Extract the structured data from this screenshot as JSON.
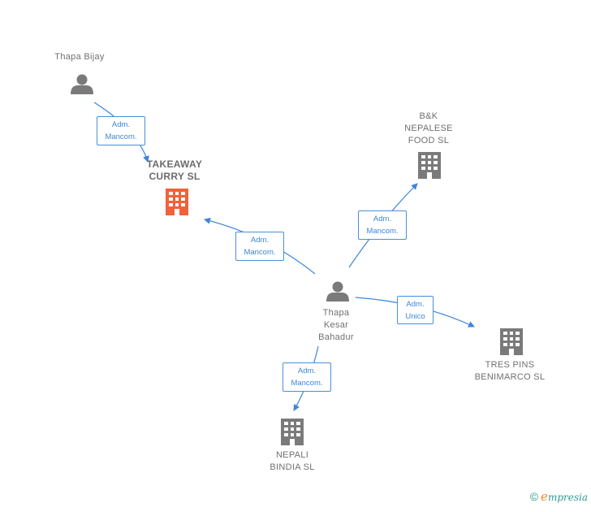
{
  "colors": {
    "edge": "#3d86d8",
    "person_icon": "#7a7a7a",
    "company_icon": "#7a7a7a",
    "primary_company_icon": "#f0623a",
    "label_text": "#707070"
  },
  "nodes": {
    "thapa_bijay": {
      "label": "Thapa Bijay",
      "kind": "person"
    },
    "takeaway_curry": {
      "label": "TAKEAWAY\nCURRY  SL",
      "kind": "company-primary"
    },
    "bk_nepalese": {
      "label": "B&K\nNEPALESE\nFOOD  SL",
      "kind": "company"
    },
    "thapa_kesar": {
      "label": "Thapa\nKesar\nBahadur",
      "kind": "person"
    },
    "tres_pins": {
      "label": "TRES PINS\nBENIMARCO SL",
      "kind": "company"
    },
    "nepali_bindia": {
      "label": "NEPALI\nBINDIA  SL",
      "kind": "company"
    }
  },
  "edges": {
    "bijay_takeaway": {
      "label": "Adm.\nMancom."
    },
    "kesar_takeaway": {
      "label": "Adm.\nMancom."
    },
    "kesar_bk": {
      "label": "Adm.\nMancom."
    },
    "kesar_tres": {
      "label": "Adm.\nUnico"
    },
    "kesar_nepali": {
      "label": "Adm.\nMancom."
    }
  },
  "footer": {
    "copyright": "©",
    "brand_initial": "e",
    "brand_rest": "mpresia"
  }
}
